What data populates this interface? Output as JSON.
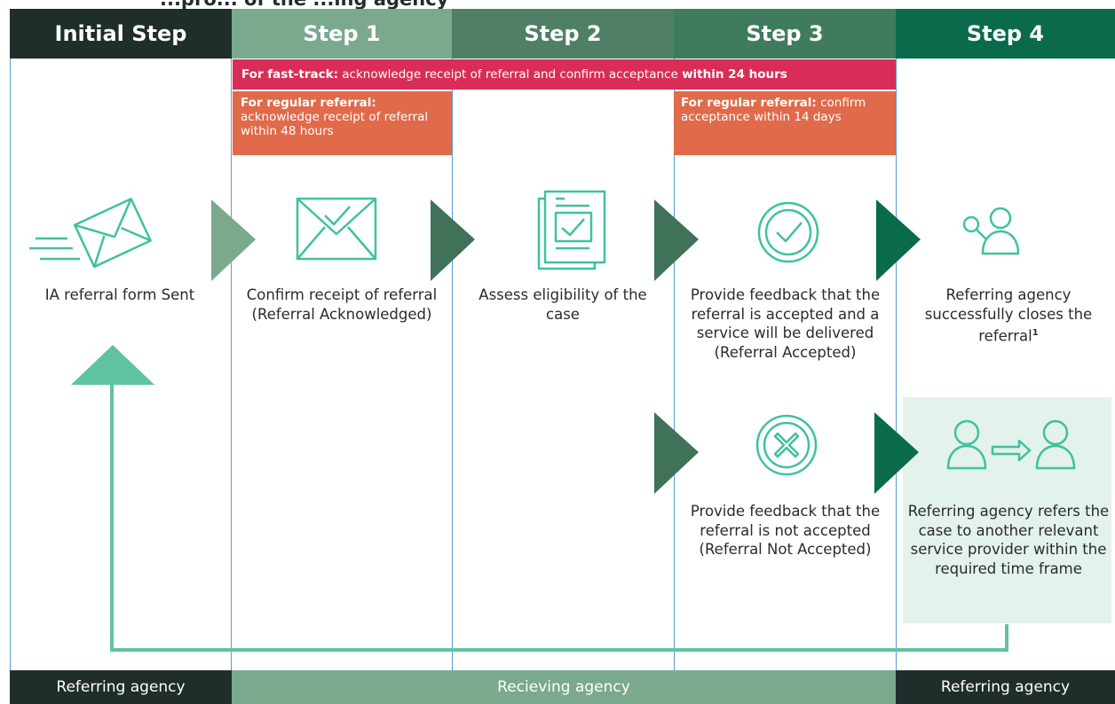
{
  "title_fragment": "...pro... of the ...ing agency",
  "colors": {
    "header_initial": "#1f2d2b",
    "header_step1": "#7aa98e",
    "header_step2": "#4f8066",
    "header_step3": "#3f7c5e",
    "header_step4": "#0a6b4c",
    "fast_track_banner": "#d92d57",
    "regular_banner": "#e06a4a",
    "icon_stroke": "#3fc1a0",
    "arrow_light": "#7aa98e",
    "arrow_dark": "#3f7259",
    "arrow_darkest": "#0a6b4c",
    "loop_line": "#5fc3a0",
    "highlight_box": "#e3f2ea",
    "footer_dark": "#1f2d2b",
    "footer_green": "#7aa98e",
    "column_divider": "#5b9bd5"
  },
  "headers": [
    "Initial Step",
    "Step 1",
    "Step 2",
    "Step 3",
    "Step 4"
  ],
  "banners": {
    "fast_track_bold": "For fast-track:",
    "fast_track_text": " acknowledge receipt of referral and confirm acceptance ",
    "fast_track_bold_end": "within 24 hours",
    "step1_bold": "For regular referral:",
    "step1_text": "acknowledge receipt of referral within 48 hours",
    "step3_bold": "For regular referral:",
    "step3_text": " confirm acceptance within 14 days"
  },
  "icons": {
    "initial": "email-sent-icon",
    "step1": "envelope-check-icon",
    "step2": "document-check-icon",
    "step3_accept": "circle-check-icon",
    "step3_reject": "circle-x-icon",
    "step4_close": "person-search-icon",
    "step4_refer": "person-transfer-icon"
  },
  "descriptions": {
    "initial": "IA referral form Sent",
    "step1": "Confirm receipt of referral (Referral Acknowledged)",
    "step2": "Assess eligibility of the case",
    "step3_accept": "Provide feedback that the referral is accepted and a service will be delivered (Referral Accepted)",
    "step3_reject": "Provide feedback that the referral is not accepted (Referral Not Accepted)",
    "step4_close": "Referring agency successfully closes the referral",
    "step4_close_footnote": "1",
    "step4_refer": "Referring agency refers the case to another relevant service provider within the required time frame"
  },
  "footers": [
    "Referring agency",
    "Recieving agency",
    "Referring agency"
  ]
}
